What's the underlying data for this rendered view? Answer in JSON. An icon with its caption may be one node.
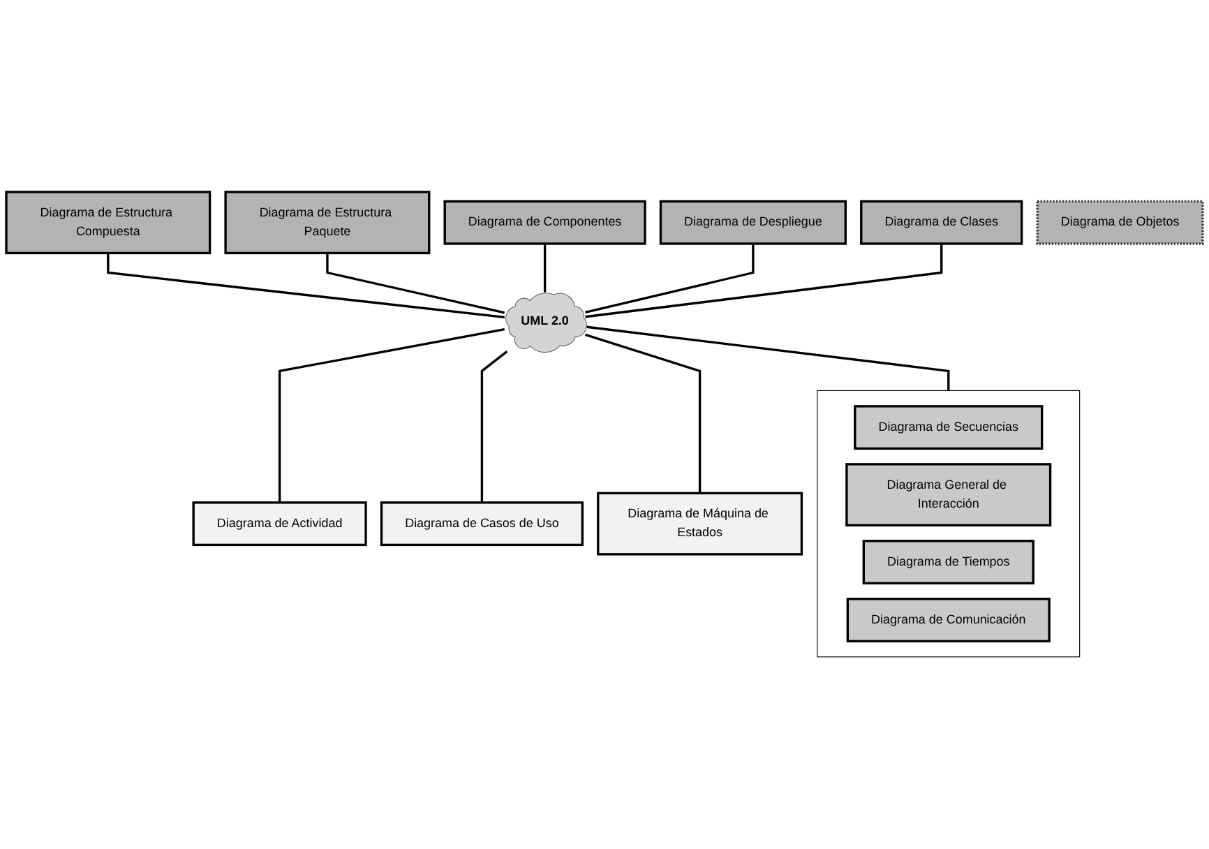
{
  "diagram": {
    "nodes": [
      {
        "text": [
          "Diagrama de Estructura Compuesta"
        ]
      },
      {
        "text": [
          "Diagrama de Estructura Paquete"
        ]
      },
      {
        "text": [],
        "shape": "box"
      },
      {
        "text": [
          "Diagrama de Secuencias"
        ],
        "in": 2
      },
      {
        "text": [
          "Diagrama General de Interacción"
        ],
        "in": 2
      },
      {
        "text": [
          "Diagrama de Tiempos"
        ],
        "in": 2
      },
      {
        "text": [
          "Diagrama de Comunicación"
        ],
        "in": 2
      },
      {
        "text": [
          "Diagrama de Componentes"
        ]
      },
      {
        "text": [
          "UML 2.0"
        ]
      },
      {
        "text": [
          "Diagrama de Despliegue"
        ]
      },
      {
        "text": [
          "Diagrama de Actividad"
        ]
      },
      {
        "text": [
          "Diagrama de Clases"
        ]
      },
      {
        "text": [
          "Diagrama de Objetos"
        ]
      },
      {
        "text": [
          "Diagrama de Casos de Uso"
        ]
      },
      {
        "text": [
          "Diagrama de Máquina de Estados"
        ]
      }
    ],
    "edges": [
      {
        "from": 0,
        "to": 8,
        "arrow": "none"
      },
      {
        "from": 1,
        "to": 8,
        "arrow": "none"
      },
      {
        "from": 7,
        "to": 8,
        "arrow": "none"
      },
      {
        "from": 9,
        "to": 8,
        "arrow": "none"
      },
      {
        "from": 11,
        "to": 8,
        "arrow": "none"
      },
      {
        "from": 8,
        "to": 2,
        "arrow": "none"
      },
      {
        "from": 8,
        "to": 10,
        "arrow": "none"
      },
      {
        "from": 8,
        "to": 13,
        "arrow": "none"
      },
      {
        "from": 8,
        "to": 14,
        "arrow": "none"
      }
    ]
  }
}
